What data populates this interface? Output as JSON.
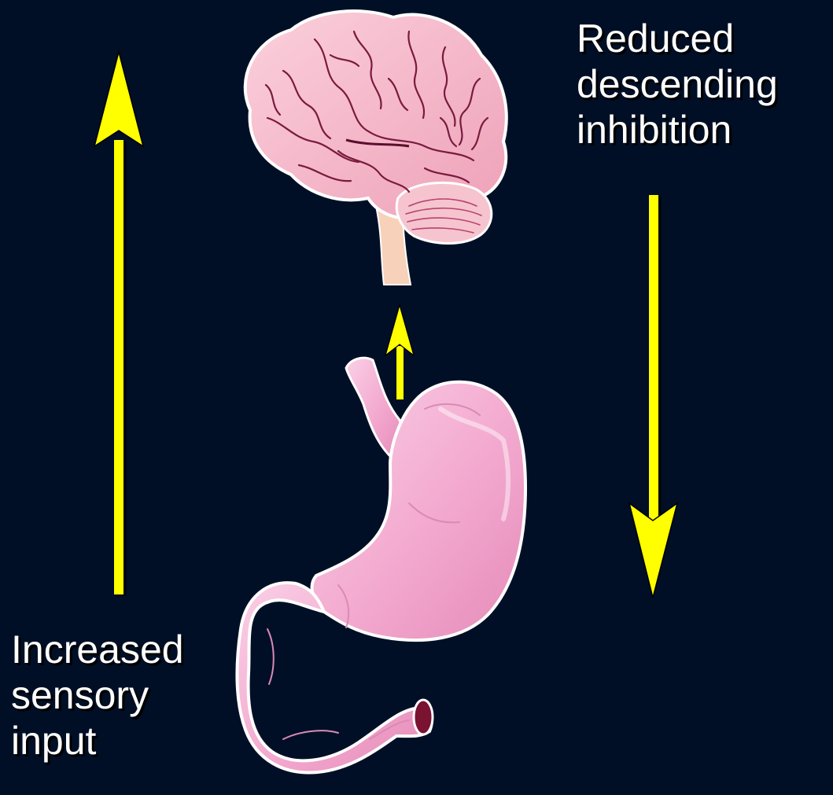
{
  "labels": {
    "descending": [
      "Reduced",
      "descending",
      "inhibition"
    ],
    "sensory": [
      "Increased",
      "sensory",
      "input"
    ]
  },
  "colors": {
    "background": "#000f26",
    "arrow": "#ffff00",
    "brain": "#f3b3c6",
    "stomach": "#f5b5d5"
  },
  "icons": {
    "brain": "brain-icon",
    "stomach": "stomach-icon"
  }
}
